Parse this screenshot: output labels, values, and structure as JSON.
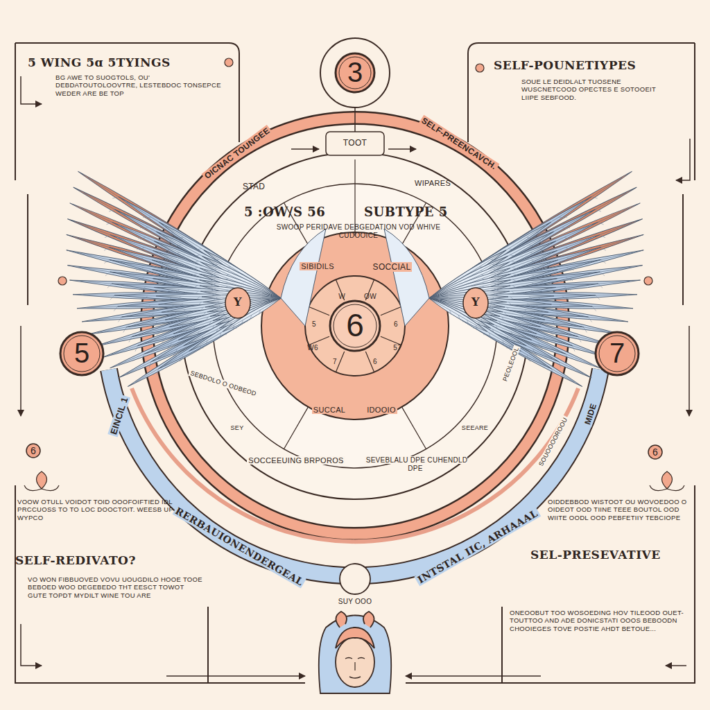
{
  "diagram": {
    "nodes": [
      {
        "text": [
          "3"
        ]
      },
      {
        "text": [
          "5"
        ]
      },
      {
        "text": [
          "7"
        ]
      },
      {
        "text": [
          "6"
        ]
      },
      {
        "text": [
          "6"
        ]
      },
      {
        "text": [
          "6"
        ]
      }
    ],
    "labels": [
      "5 WING 5ɑ 5TYINGS",
      "BG AWE TO SUOGTOLS, OU' DEBDATOUTOLOOVTRE, LESTEBDOC TONSEPCE WEDER ARE BE TOP",
      "SELF-POUNETIYPES",
      "SOUE LE DEIDLALT TUOSENE WUSCNETCOOD OPECTES E SOTOOEIT LIIPE SEBFOOD.",
      "OICNAC TOUNGEE",
      "SELF-PREENCAVCH.",
      "STAD",
      "TOOT",
      "WIPARES",
      "5 :OW/S 56",
      "SUBTYPE 5",
      "SWOOP PERIDAVE DEBGEDATION VOD WHIVE CUDOOICE",
      "SIBIDILS",
      "SOCCIAL",
      "W",
      "OW",
      "5",
      "6",
      "W6",
      "57",
      "7",
      "6",
      "SUCCAL",
      "IDOOIO",
      "SEBDOLO O ODBEOD",
      "SEY",
      "SOCCEEUING BRPOROS",
      "SEVEBLALU DPE CUHENDLD DPE",
      "SEEARE",
      "PEOLEOOL",
      "EINCIL 1",
      "RERBAUIONENDERGEAL",
      "INTSTAL IIC, ARHAAAL",
      "SOUOOOOROOU",
      "MIDE",
      "SUY OOO",
      "VOOW OTULL VOIDOT TOID OOOFOIFTIED IDL PRCCUOSS TO TO LOC DOOCTOIT. WEESB UP WYPCO",
      "SELF-REDIVATO?",
      "VO WON FIBBUOVED VOVU UOUGDILO HOOE TOOE BEBOED WOO DEGEBEDO THT EESCT TOWOT GUTE TOPDT MYDILT WINE TOU ARE",
      "OIDDEBBOD WISTOOT OU WOVOEDOO O OIDEOT OOD TIINE TEEE BOUTOL OOD WIITE OODL OOD PEBFETIIY TEBCIOPE",
      "SEL-PRESEVATIVE",
      "ONEOOBUT TOO WOSOEDING HOV TILEOOD OUET-TOUTTOO AND ADE DONICSTATI OOOS BEBOODN CHOOIEGES TOVE POSTIE AHDT BETOUE...",
      "Y",
      "Y"
    ]
  }
}
